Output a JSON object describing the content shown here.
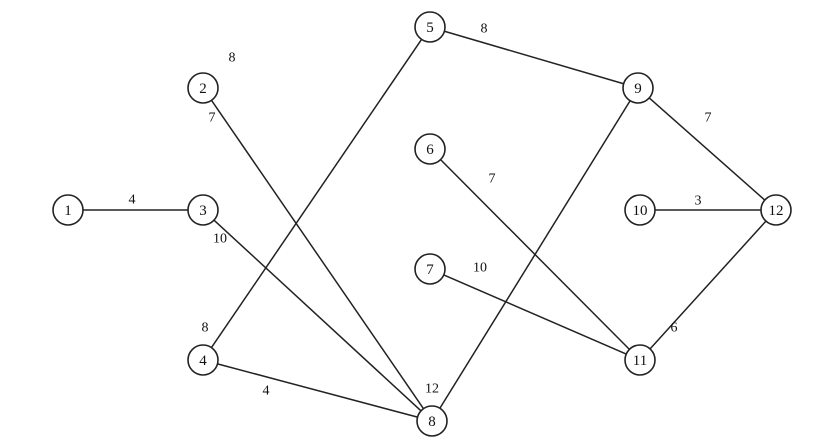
{
  "graph": {
    "nodes": [
      {
        "id": "1",
        "label": "1"
      },
      {
        "id": "2",
        "label": "2"
      },
      {
        "id": "3",
        "label": "3"
      },
      {
        "id": "4",
        "label": "4"
      },
      {
        "id": "5",
        "label": "5"
      },
      {
        "id": "6",
        "label": "6"
      },
      {
        "id": "7",
        "label": "7"
      },
      {
        "id": "8",
        "label": "8"
      },
      {
        "id": "9",
        "label": "9"
      },
      {
        "id": "10",
        "label": "10"
      },
      {
        "id": "11",
        "label": "11"
      },
      {
        "id": "12",
        "label": "12"
      }
    ],
    "edges": [
      {
        "from": "1",
        "to": "3",
        "weight": "4"
      },
      {
        "from": "2",
        "to": "8",
        "weight": "7"
      },
      {
        "from": "3",
        "to": "8",
        "weight": "10"
      },
      {
        "from": "4",
        "to": "5",
        "weight": "8"
      },
      {
        "from": "4",
        "to": "8",
        "weight": "4"
      },
      {
        "from": "5",
        "to": "9",
        "weight": "8"
      },
      {
        "from": "6",
        "to": "11",
        "weight": "7"
      },
      {
        "from": "7",
        "to": "11",
        "weight": "10"
      },
      {
        "from": "8",
        "to": "9",
        "weight": "12"
      },
      {
        "from": "9",
        "to": "12",
        "weight": "7"
      },
      {
        "from": "10",
        "to": "12",
        "weight": "3"
      },
      {
        "from": "11",
        "to": "12",
        "weight": "6"
      }
    ],
    "stray_labels": [
      "8"
    ]
  }
}
